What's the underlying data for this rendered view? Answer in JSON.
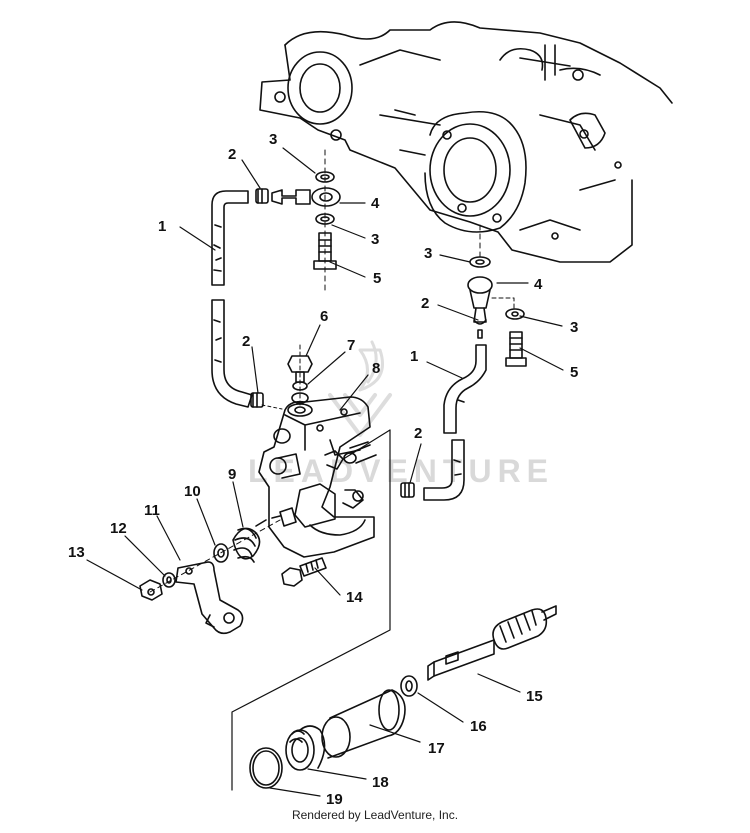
{
  "diagram": {
    "callouts": [
      "1",
      "2",
      "3",
      "4",
      "3",
      "5",
      "3",
      "4",
      "2",
      "3",
      "5",
      "6",
      "7",
      "8",
      "2",
      "1",
      "2",
      "9",
      "10",
      "11",
      "12",
      "13",
      "14",
      "15",
      "16",
      "17",
      "18",
      "19"
    ]
  },
  "watermark": "LEADVENTURE",
  "footer": "Rendered by LeadVenture, Inc."
}
